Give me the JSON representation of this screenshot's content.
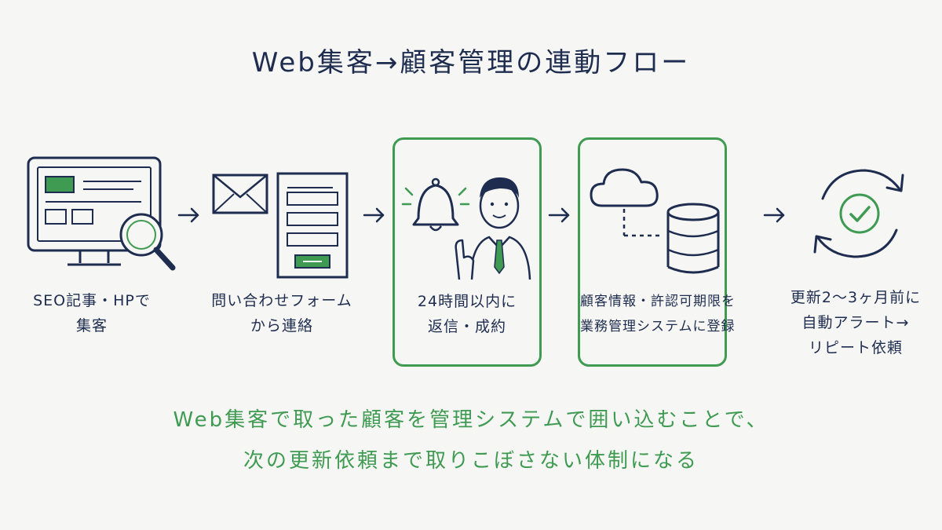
{
  "title": "Web集客→顧客管理の連動フロー",
  "steps": [
    {
      "lines": [
        "SEO記事・HPで",
        "集客"
      ],
      "icon": "monitor-magnifier-icon",
      "highlight": false
    },
    {
      "lines": [
        "問い合わせフォーム",
        "から連絡"
      ],
      "icon": "envelope-form-icon",
      "highlight": false
    },
    {
      "lines": [
        "24時間以内に",
        "返信・成約"
      ],
      "icon": "bell-businessman-icon",
      "highlight": true
    },
    {
      "lines": [
        "顧客情報・許認可期限を",
        "業務管理システムに登録"
      ],
      "icon": "cloud-database-icon",
      "highlight": true
    },
    {
      "lines": [
        "更新2～3ヶ月前に",
        "自動アラート→",
        "リピート依頼"
      ],
      "icon": "refresh-check-icon",
      "highlight": false
    }
  ],
  "summary": [
    "Web集客で取った顧客を管理システムで囲い込むことで、",
    "次の更新依頼まで取りこぼさない体制になる"
  ],
  "colors": {
    "navy": "#1e2d4f",
    "green": "#3f9a52",
    "background": "#f6f6f4"
  }
}
